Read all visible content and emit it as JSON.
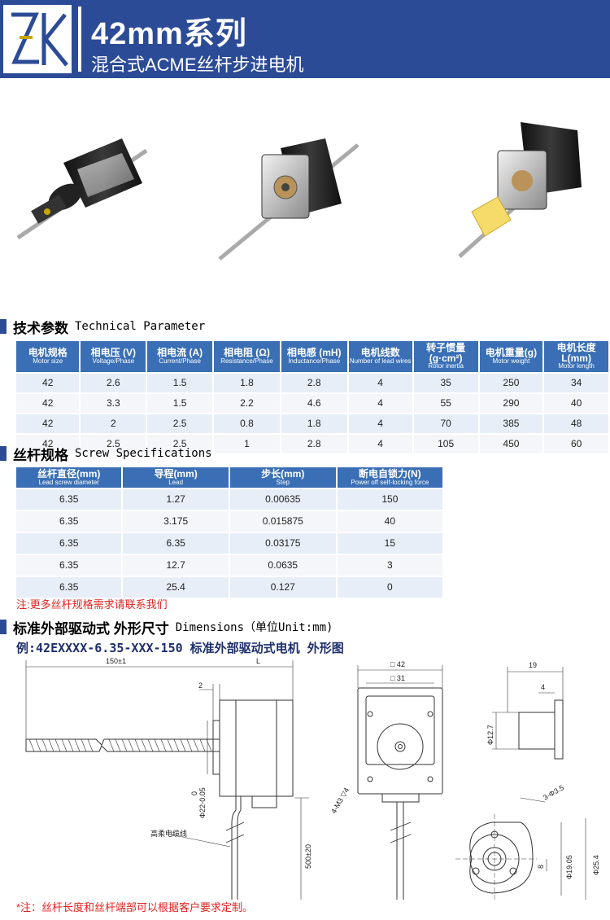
{
  "header": {
    "title": "42mm系列",
    "subtitle": "混合式ACME丝杆步进电机"
  },
  "tech": {
    "title_zh": "技术参数",
    "title_en": "Technical Parameter",
    "columns": [
      {
        "zh": "电机规格",
        "en": "Motor size"
      },
      {
        "zh": "相电压 (V)",
        "en": "Voltage/Phase"
      },
      {
        "zh": "相电流 (A)",
        "en": "Current/Phase"
      },
      {
        "zh": "相电阻 (Ω)",
        "en": "Resistance/Phase"
      },
      {
        "zh": "相电感 (mH)",
        "en": "Inductance/Phase"
      },
      {
        "zh": "电机线数",
        "en": "Number of lead wires"
      },
      {
        "zh": "转子惯量(g·cm²)",
        "en": "Rotor inertia"
      },
      {
        "zh": "电机重量(g)",
        "en": "Motor weight"
      },
      {
        "zh": "电机长度L(mm)",
        "en": "Motor length"
      }
    ],
    "rows": [
      [
        "42",
        "2.6",
        "1.5",
        "1.8",
        "2.8",
        "4",
        "35",
        "250",
        "34"
      ],
      [
        "42",
        "3.3",
        "1.5",
        "2.2",
        "4.6",
        "4",
        "55",
        "290",
        "40"
      ],
      [
        "42",
        "2",
        "2.5",
        "0.8",
        "1.8",
        "4",
        "70",
        "385",
        "48"
      ],
      [
        "42",
        "2.5",
        "2.5",
        "1",
        "2.8",
        "4",
        "105",
        "450",
        "60"
      ]
    ]
  },
  "screw": {
    "title_zh": "丝杆规格",
    "title_en": "Screw Specifications",
    "columns": [
      {
        "zh": "丝杆直径(mm)",
        "en": "Lead screw diameter"
      },
      {
        "zh": "导程(mm)",
        "en": "Lead"
      },
      {
        "zh": "步长(mm)",
        "en": "Step"
      },
      {
        "zh": "断电自锁力(N)",
        "en": "Power off self-locking force"
      }
    ],
    "rows": [
      [
        "6.35",
        "1.27",
        "0.00635",
        "150"
      ],
      [
        "6.35",
        "3.175",
        "0.015875",
        "40"
      ],
      [
        "6.35",
        "6.35",
        "0.03175",
        "15"
      ],
      [
        "6.35",
        "12.7",
        "0.0635",
        "3"
      ],
      [
        "6.35",
        "25.4",
        "0.127",
        "0"
      ]
    ],
    "note": "注:更多丝杆规格需求请联系我们"
  },
  "dims": {
    "title_zh": "标准外部驱动式 外形尺寸",
    "title_en": "Dimensions（单位Unit:mm)",
    "example": "例:42EXXXX-6.35-XXX-150 标准外部驱动式电机 外形图",
    "labels": {
      "len150": "150±1",
      "L": "L",
      "two": "2",
      "phi22": "Φ22-0.05",
      "zero": "0",
      "cable": "高柔电缆线",
      "len500": "500±20",
      "sq42": "□ 42",
      "sq31": "□ 31",
      "m3": "4-M3 ▽4",
      "d19": "19",
      "d4": "4",
      "phi127": "Φ12.7",
      "holes": "3-Φ3.5",
      "phi1905": "Φ19.05",
      "phi254": "Φ25.4",
      "d8": "8"
    },
    "footnote": "*注：丝杆长度和丝杆端部可以根据客户要求定制。"
  }
}
